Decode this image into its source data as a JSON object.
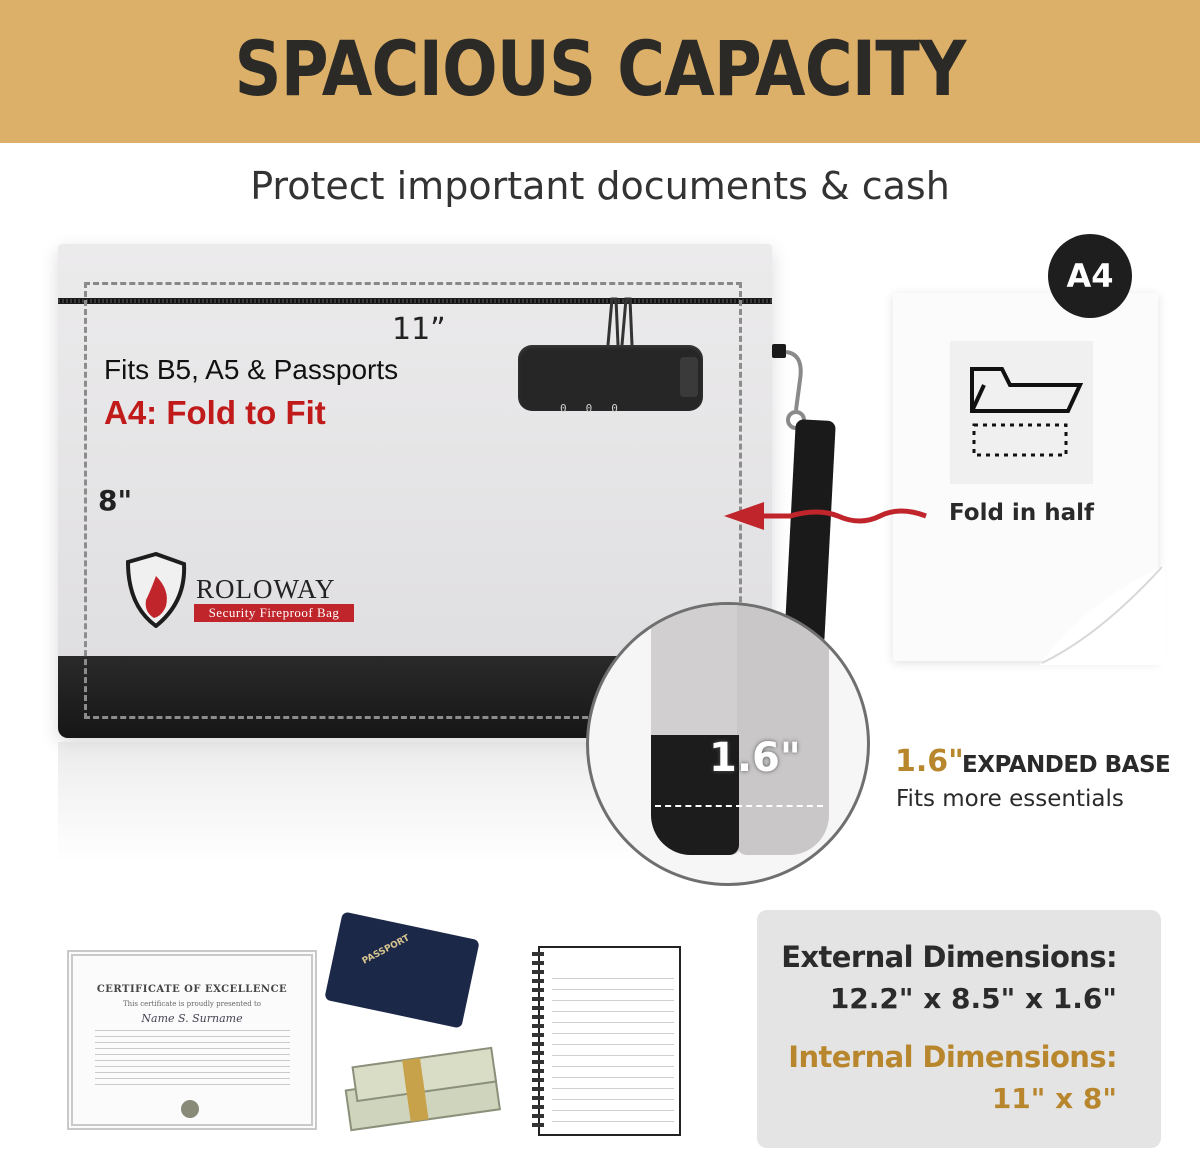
{
  "header": {
    "title": "SPACIOUS CAPACITY"
  },
  "subtitle": "Protect important documents & cash",
  "bag": {
    "width_label": "11”",
    "height_label": "8\"",
    "fits_text": "Fits B5, A5 & Passports",
    "fold_text": "A4: Fold to Fit",
    "brand_name": "ROLOWAY",
    "brand_tagline": "Security Fireproof Bag",
    "lock_digits": "000"
  },
  "paper": {
    "size_badge": "A4",
    "fold_label": "Fold in half"
  },
  "zoom": {
    "depth_label": "1.6\""
  },
  "expanded": {
    "number": "1.6\"",
    "label": "EXPANDED BASE",
    "description": "Fits more essentials"
  },
  "items": {
    "certificate_title": "CERTIFICATE OF EXCELLENCE",
    "certificate_subtitle": "This certificate is proudly presented to",
    "certificate_name": "Name S. Surname",
    "passport_text": "PASSPORT"
  },
  "dimensions": {
    "external_label": "External Dimensions:",
    "external_value": "12.2\" x 8.5\" x 1.6\"",
    "internal_label": "Internal Dimensions:",
    "internal_value": "11\" x 8\""
  },
  "colors": {
    "banner": "#dcb068",
    "accent_gold": "#b8862d",
    "accent_red": "#c01a1a",
    "dark": "#2b2a27"
  }
}
